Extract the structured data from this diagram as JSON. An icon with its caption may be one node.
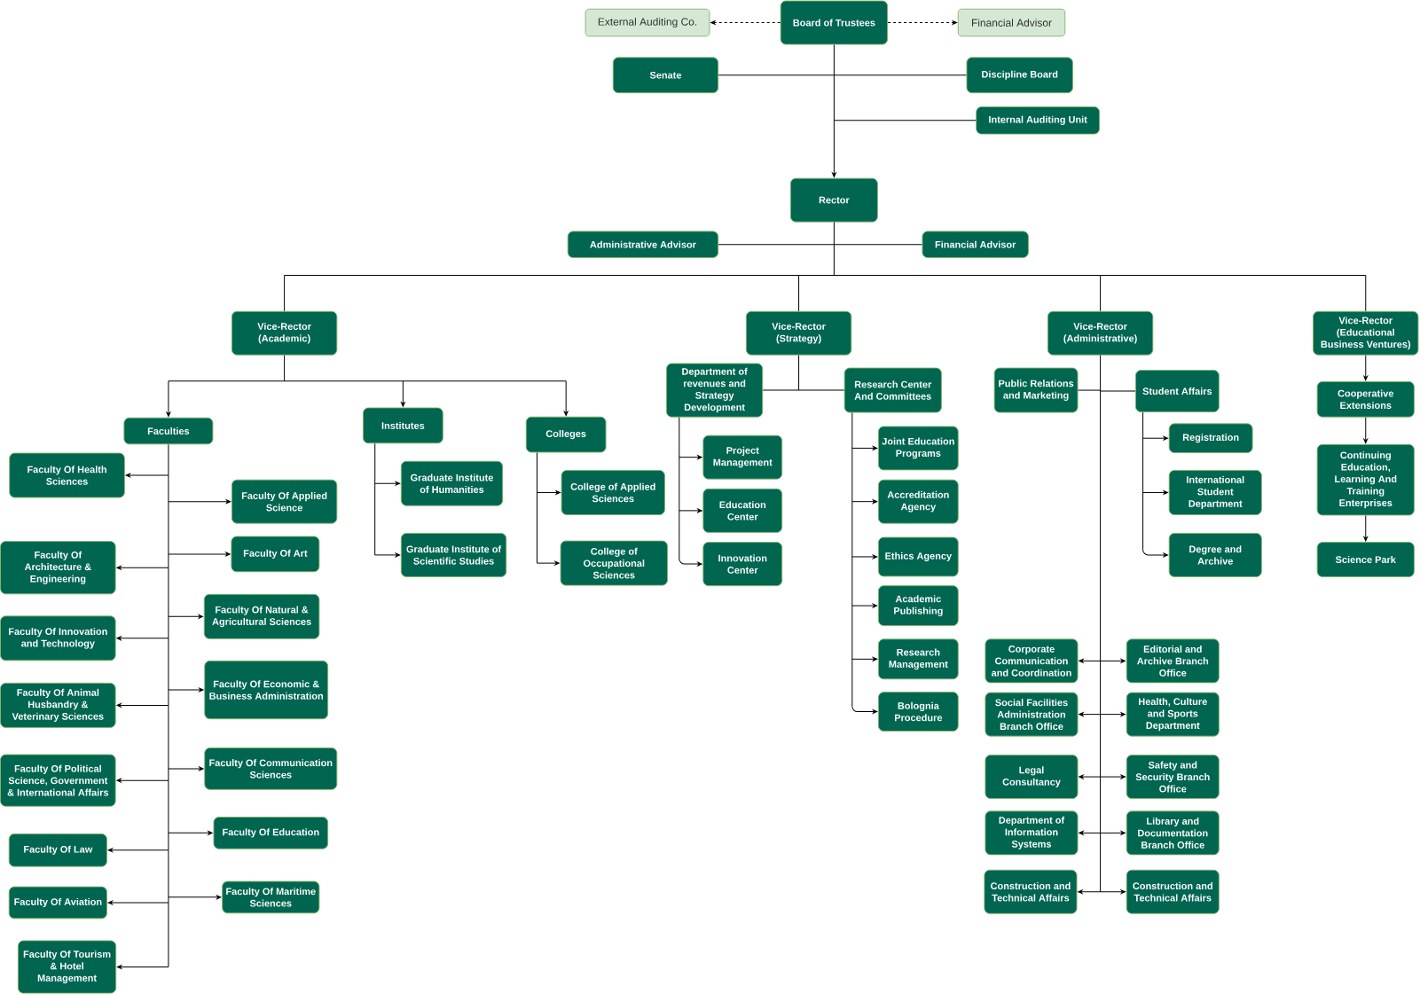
{
  "diagram": {
    "nodes": [
      {
        "text": [
          "Board of Trustees"
        ]
      },
      {
        "text": [
          "External Auditing Co."
        ]
      },
      {
        "text": [
          "Financial Advisor"
        ]
      },
      {
        "text": [
          "Senate"
        ]
      },
      {
        "text": [
          "Discipline Board"
        ]
      },
      {
        "text": [
          "Internal Auditing Unit"
        ]
      },
      {
        "text": [
          "Rector"
        ]
      },
      {
        "text": [
          "Administrative Advisor"
        ]
      },
      {
        "text": [
          "Financial Advisor"
        ]
      },
      {
        "text": [
          "Vice-Rector (Academic)"
        ]
      },
      {
        "text": [
          "Vice-Rector (Strategy)"
        ]
      },
      {
        "text": [
          "Vice-Rector (Administrative)"
        ]
      },
      {
        "text": [
          "Vice-Rector (Educational Business Ventures)"
        ]
      },
      {
        "text": [
          "Faculties"
        ]
      },
      {
        "text": [
          "Faculty Of Health Sciences"
        ]
      },
      {
        "text": [
          "Faculty Of Applied Science"
        ]
      },
      {
        "text": [
          "Faculty Of Architecture & Engineering"
        ]
      },
      {
        "text": [
          "Faculty Of Art"
        ]
      },
      {
        "text": [
          "Faculty Of Natural & Agricultural Sciences"
        ]
      },
      {
        "text": [
          "Faculty Of Innovation and Technology"
        ]
      },
      {
        "text": [
          "Faculty Of Animal Husbandry & Veterinary Sciences"
        ]
      },
      {
        "text": [
          "Faculty Of Economic & Business Administration"
        ]
      },
      {
        "text": [
          "Faculty Of Political Science, Government & International Affairs"
        ]
      },
      {
        "text": [
          "Faculty Of Communication Sciences"
        ]
      },
      {
        "text": [
          "Faculty Of Education"
        ]
      },
      {
        "text": [
          "Faculty Of Law"
        ]
      },
      {
        "text": [
          "Faculty Of Aviation"
        ]
      },
      {
        "text": [
          "Faculty Of Maritime Sciences"
        ]
      },
      {
        "text": [
          "Faculty Of Tourism & Hotel Management"
        ]
      },
      {
        "text": [
          "Institutes"
        ]
      },
      {
        "text": [
          "Graduate Institute of Humanities"
        ]
      },
      {
        "text": [
          "Graduate Institute of Scientific Studies"
        ]
      },
      {
        "text": [
          "Colleges"
        ]
      },
      {
        "text": [
          "College of Applied Sciences"
        ]
      },
      {
        "text": [
          "College of Occupational Sciences"
        ]
      },
      {
        "text": [
          "Department of revenues and Strategy Development"
        ]
      },
      {
        "text": [
          "Research Center And Committees"
        ]
      },
      {
        "text": [
          "Project Management"
        ]
      },
      {
        "text": [
          "Education Center"
        ]
      },
      {
        "text": [
          "Innovation Center"
        ]
      },
      {
        "text": [
          "Joint Education Programs"
        ]
      },
      {
        "text": [
          "Accreditation Agency"
        ]
      },
      {
        "text": [
          "Ethics Agency"
        ]
      },
      {
        "text": [
          "Academic Publishing"
        ]
      },
      {
        "text": [
          "Research Management"
        ]
      },
      {
        "text": [
          "Bolognia Procedure"
        ]
      },
      {
        "text": [
          "Public Relations and Marketing"
        ]
      },
      {
        "text": [
          "Student Affairs"
        ]
      },
      {
        "text": [
          "Registration"
        ]
      },
      {
        "text": [
          "International Student Department"
        ]
      },
      {
        "text": [
          "Degree and Archive"
        ]
      },
      {
        "text": [
          "Corporate Communication and Coordination"
        ]
      },
      {
        "text": [
          "Editorial and Archive Branch Office"
        ]
      },
      {
        "text": [
          "Social Facilities Administration Branch Office"
        ]
      },
      {
        "text": [
          "Health, Culture and Sports Department"
        ]
      },
      {
        "text": [
          "Legal Consultancy"
        ]
      },
      {
        "text": [
          "Safety and Security Branch Office"
        ]
      },
      {
        "text": [
          "Department of Information Systems"
        ]
      },
      {
        "text": [
          "Library and Documentation Branch Office"
        ]
      },
      {
        "text": [
          "Construction and Technical Affairs"
        ]
      },
      {
        "text": [
          "Construction and Technical Affairs"
        ]
      },
      {
        "text": [
          "Cooperative Extensions"
        ]
      },
      {
        "text": [
          "Continuing Education, Learning And Training Enterprises"
        ]
      },
      {
        "text": [
          "Science Park"
        ]
      }
    ],
    "edges": [
      {
        "from": 0,
        "to": 1,
        "arrow": "to",
        "style": "dashed"
      },
      {
        "from": 0,
        "to": 2,
        "arrow": "to",
        "style": "dashed"
      },
      {
        "from": 0,
        "to": 3,
        "arrow": "none"
      },
      {
        "from": 0,
        "to": 4,
        "arrow": "none"
      },
      {
        "from": 0,
        "to": 5,
        "arrow": "none"
      },
      {
        "from": 0,
        "to": 6,
        "arrow": "to"
      },
      {
        "from": 6,
        "to": 7,
        "arrow": "none"
      },
      {
        "from": 6,
        "to": 8,
        "arrow": "none"
      },
      {
        "from": 6,
        "to": 9,
        "arrow": "none"
      },
      {
        "from": 6,
        "to": 10,
        "arrow": "none"
      },
      {
        "from": 6,
        "to": 11,
        "arrow": "none"
      },
      {
        "from": 6,
        "to": 12,
        "arrow": "none"
      },
      {
        "from": 9,
        "to": 13,
        "arrow": "to"
      },
      {
        "from": 9,
        "to": 29,
        "arrow": "to"
      },
      {
        "from": 9,
        "to": 32,
        "arrow": "to"
      },
      {
        "from": 13,
        "to": 14,
        "arrow": "to"
      },
      {
        "from": 13,
        "to": 15,
        "arrow": "to"
      },
      {
        "from": 13,
        "to": 16,
        "arrow": "to"
      },
      {
        "from": 13,
        "to": 17,
        "arrow": "to"
      },
      {
        "from": 13,
        "to": 18,
        "arrow": "to"
      },
      {
        "from": 13,
        "to": 19,
        "arrow": "to"
      },
      {
        "from": 13,
        "to": 20,
        "arrow": "to"
      },
      {
        "from": 13,
        "to": 21,
        "arrow": "to"
      },
      {
        "from": 13,
        "to": 22,
        "arrow": "to"
      },
      {
        "from": 13,
        "to": 23,
        "arrow": "to"
      },
      {
        "from": 13,
        "to": 24,
        "arrow": "to"
      },
      {
        "from": 13,
        "to": 25,
        "arrow": "to"
      },
      {
        "from": 13,
        "to": 26,
        "arrow": "to"
      },
      {
        "from": 13,
        "to": 27,
        "arrow": "to"
      },
      {
        "from": 13,
        "to": 28,
        "arrow": "to"
      },
      {
        "from": 29,
        "to": 30,
        "arrow": "to"
      },
      {
        "from": 29,
        "to": 31,
        "arrow": "to"
      },
      {
        "from": 32,
        "to": 33,
        "arrow": "to"
      },
      {
        "from": 32,
        "to": 34,
        "arrow": "to"
      },
      {
        "from": 10,
        "to": 35,
        "arrow": "none"
      },
      {
        "from": 10,
        "to": 36,
        "arrow": "none"
      },
      {
        "from": 35,
        "to": 37,
        "arrow": "to"
      },
      {
        "from": 35,
        "to": 38,
        "arrow": "to"
      },
      {
        "from": 35,
        "to": 39,
        "arrow": "to"
      },
      {
        "from": 36,
        "to": 40,
        "arrow": "to"
      },
      {
        "from": 36,
        "to": 41,
        "arrow": "to"
      },
      {
        "from": 36,
        "to": 42,
        "arrow": "to"
      },
      {
        "from": 36,
        "to": 43,
        "arrow": "to"
      },
      {
        "from": 36,
        "to": 44,
        "arrow": "to"
      },
      {
        "from": 36,
        "to": 45,
        "arrow": "to"
      },
      {
        "from": 11,
        "to": 46,
        "arrow": "none"
      },
      {
        "from": 11,
        "to": 47,
        "arrow": "none"
      },
      {
        "from": 47,
        "to": 48,
        "arrow": "to"
      },
      {
        "from": 47,
        "to": 49,
        "arrow": "to"
      },
      {
        "from": 47,
        "to": 50,
        "arrow": "to"
      },
      {
        "from": 11,
        "to": 51,
        "arrow": "to"
      },
      {
        "from": 11,
        "to": 52,
        "arrow": "to"
      },
      {
        "from": 11,
        "to": 53,
        "arrow": "to"
      },
      {
        "from": 11,
        "to": 54,
        "arrow": "to"
      },
      {
        "from": 11,
        "to": 55,
        "arrow": "to"
      },
      {
        "from": 11,
        "to": 56,
        "arrow": "to"
      },
      {
        "from": 11,
        "to": 57,
        "arrow": "to"
      },
      {
        "from": 11,
        "to": 58,
        "arrow": "to"
      },
      {
        "from": 11,
        "to": 59,
        "arrow": "to"
      },
      {
        "from": 11,
        "to": 60,
        "arrow": "to"
      },
      {
        "from": 12,
        "to": 61,
        "arrow": "to"
      },
      {
        "from": 61,
        "to": 62,
        "arrow": "to"
      },
      {
        "from": 62,
        "to": 63,
        "arrow": "to"
      }
    ]
  }
}
